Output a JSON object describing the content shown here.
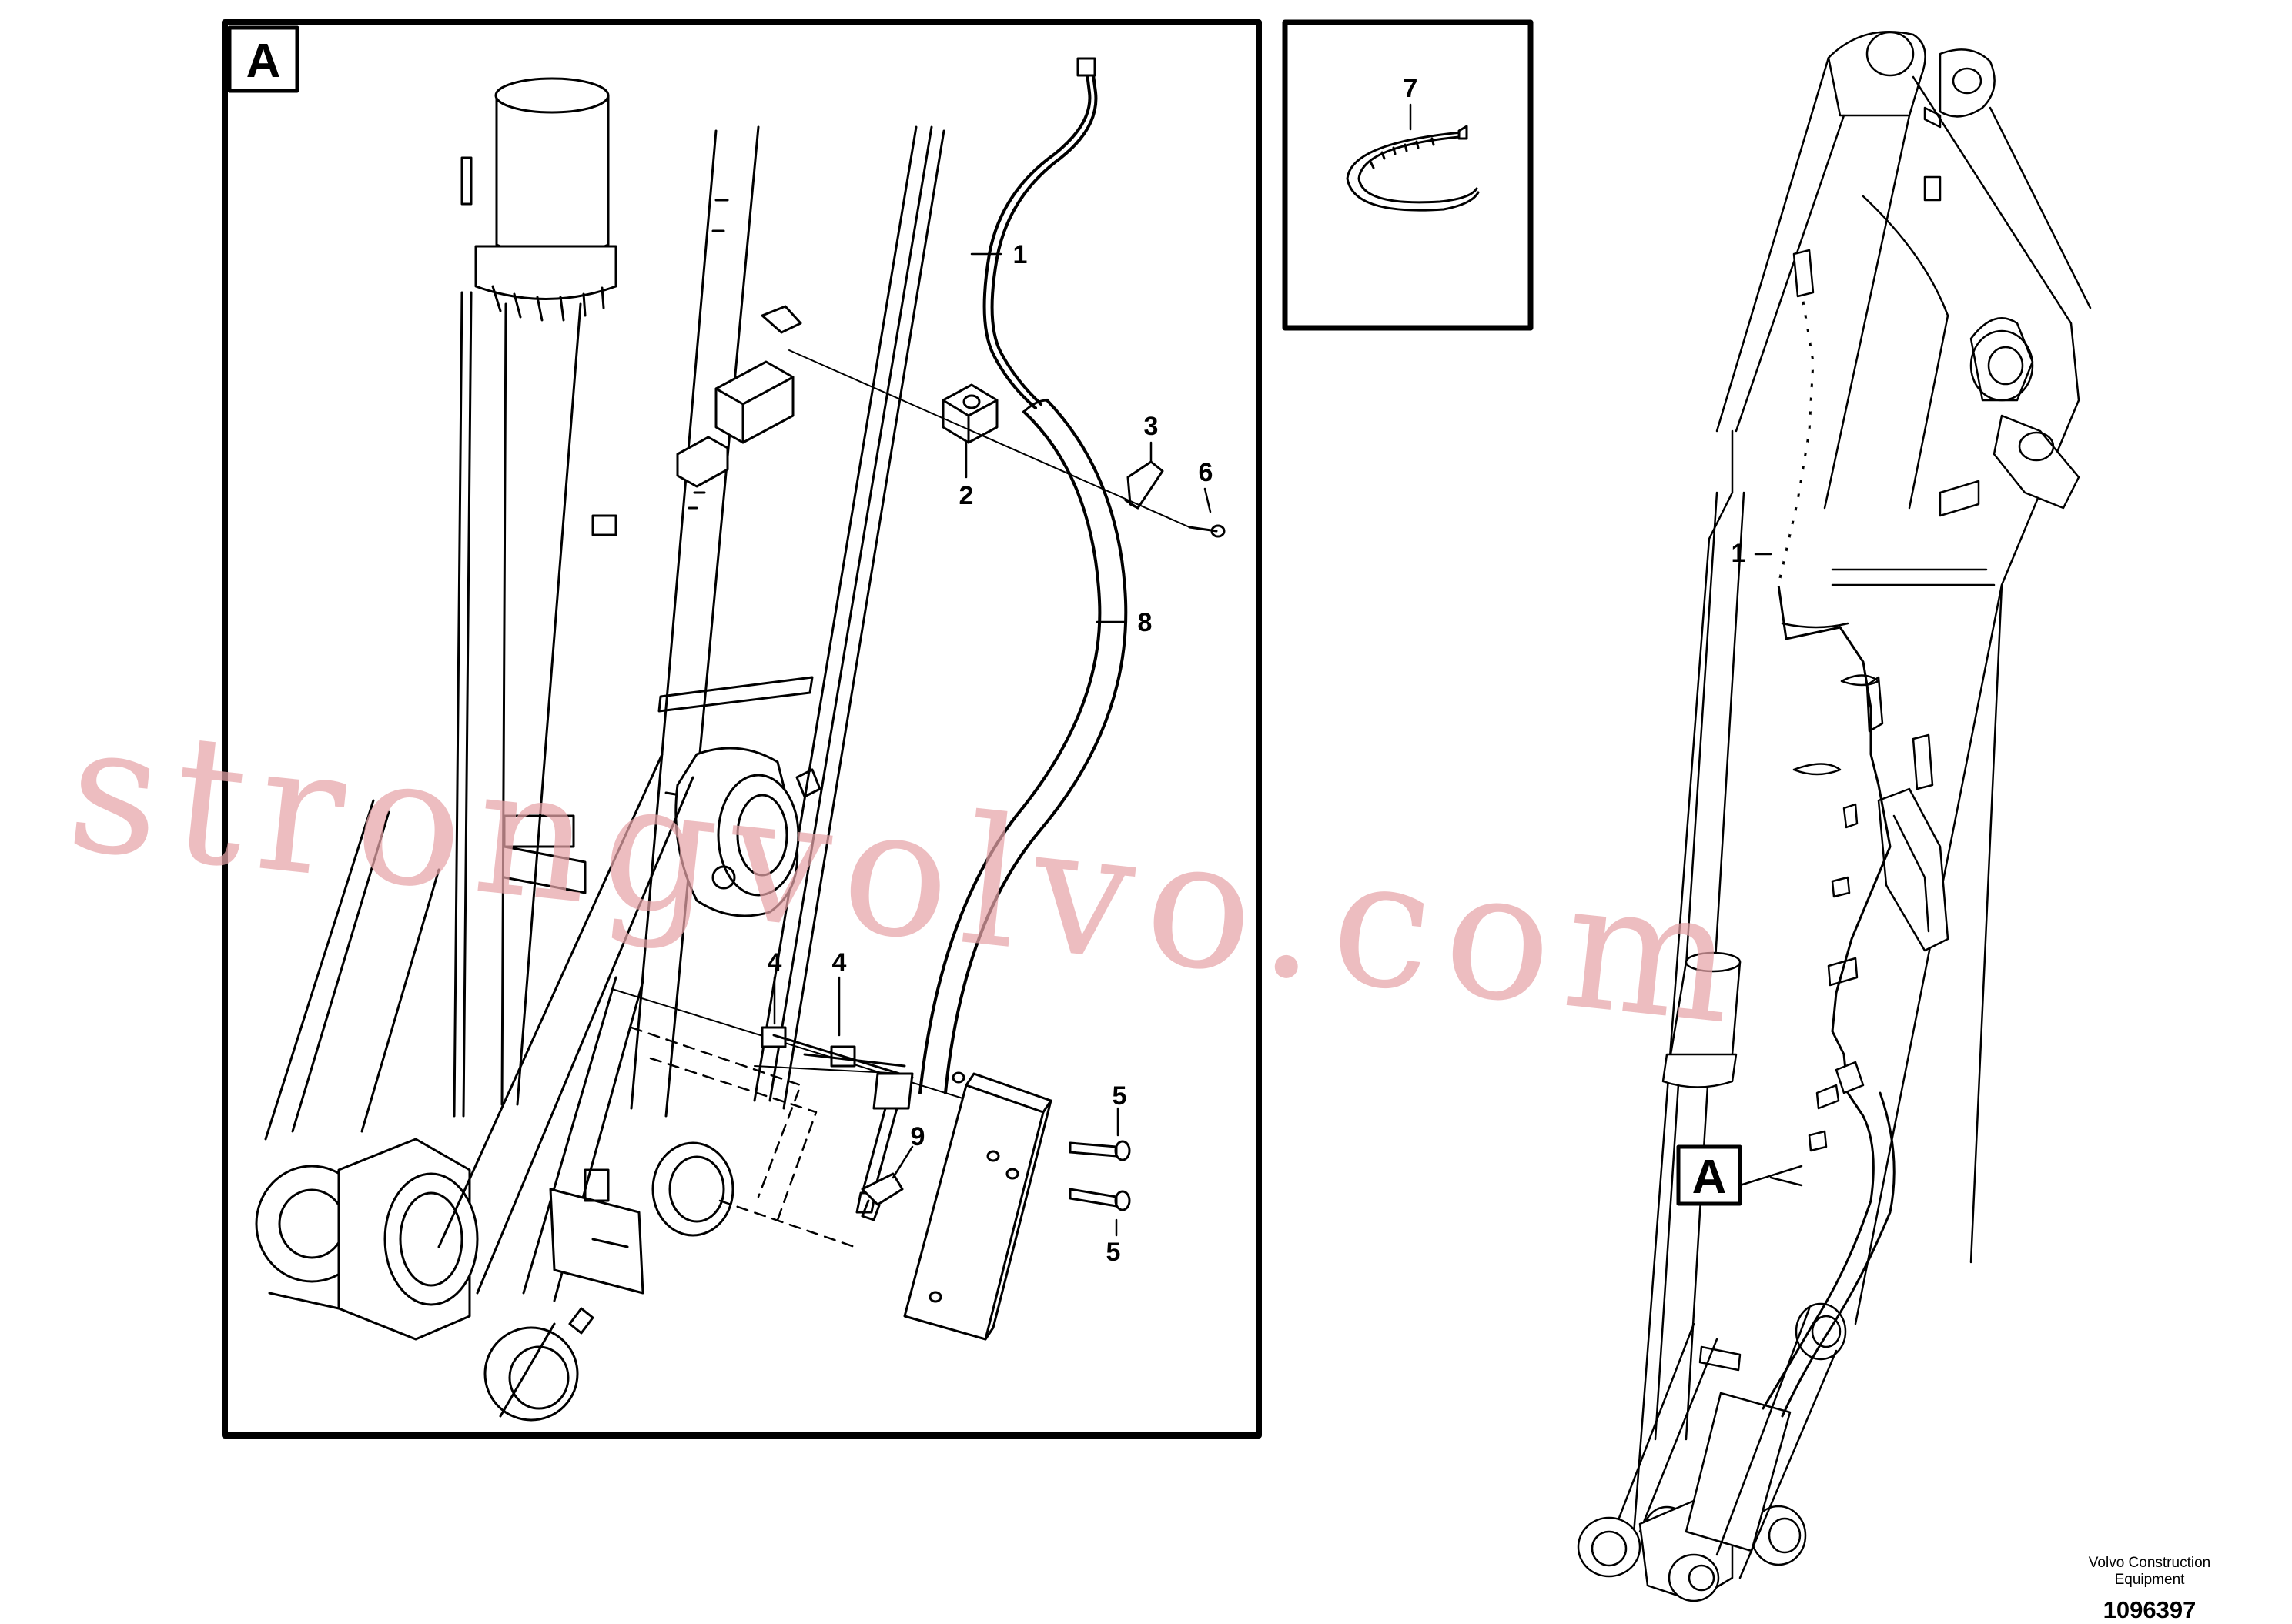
{
  "detail_view": {
    "frame_label": "A",
    "callouts": [
      {
        "id": "callout-1",
        "text": "1"
      },
      {
        "id": "callout-2",
        "text": "2"
      },
      {
        "id": "callout-3",
        "text": "3"
      },
      {
        "id": "callout-4a",
        "text": "4"
      },
      {
        "id": "callout-4b",
        "text": "4"
      },
      {
        "id": "callout-5a",
        "text": "5"
      },
      {
        "id": "callout-5b",
        "text": "5"
      },
      {
        "id": "callout-6",
        "text": "6"
      },
      {
        "id": "callout-8",
        "text": "8"
      },
      {
        "id": "callout-9",
        "text": "9"
      }
    ]
  },
  "inset_view": {
    "callout": "7"
  },
  "overview": {
    "callout": "1",
    "detail_marker": "A"
  },
  "watermark": "strongvolvo.com",
  "credit": {
    "company": "Volvo Construction Equipment",
    "drawing_number": "1096397"
  },
  "colors": {
    "line": "#000000",
    "watermark": "#e6a3a7",
    "background": "#ffffff"
  }
}
